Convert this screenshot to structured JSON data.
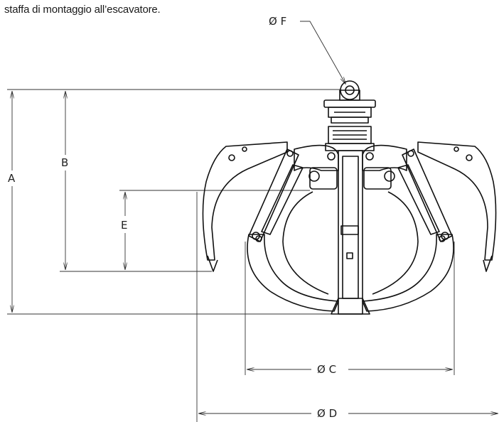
{
  "caption": "staffa di montaggio all’escavatore.",
  "dimensions": {
    "A": "A",
    "B": "B",
    "C": "Ø C",
    "D": "Ø D",
    "E": "E",
    "F": "Ø F"
  },
  "colors": {
    "line": "#111111",
    "dim_line": "#333333",
    "background": "#ffffff"
  }
}
